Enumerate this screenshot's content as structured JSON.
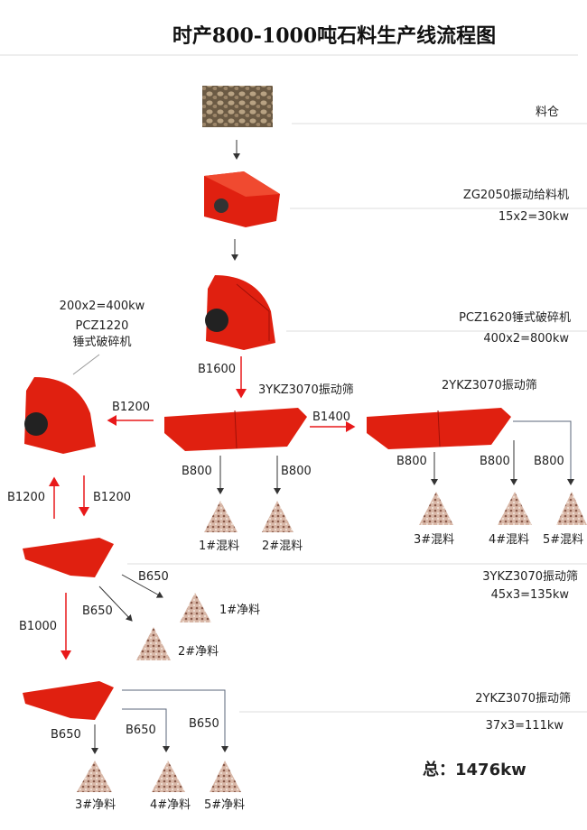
{
  "title": "时产800-1000吨石料生产线流程图",
  "colors": {
    "machine": "#e02010",
    "flow_red": "#e8191a",
    "flow_black": "#333333",
    "flow_gray": "#5a6478"
  },
  "equipment": {
    "bin": {
      "name": "料仓"
    },
    "feeder": {
      "name": "ZG2050振动给料机",
      "power": "15x2=30kw"
    },
    "main_crusher": {
      "name": "PCZ1620锤式破碎机",
      "power": "400x2=800kw"
    },
    "secondary_crusher": {
      "power": "200x2=400kw",
      "model": "PCZ1220",
      "type": "锤式破碎机"
    },
    "screen_a": {
      "name": "3YKZ3070振动筛"
    },
    "screen_b": {
      "name": "2YKZ3070振动筛"
    },
    "screen_c": {
      "name": "3YKZ3070振动筛",
      "power": "45x3=135kw"
    },
    "screen_d": {
      "name": "2YKZ3070振动筛",
      "power": "37x3=111kw"
    }
  },
  "belts": {
    "b1600": "B1600",
    "b1200_back": "B1200",
    "b1400": "B1400",
    "b800_1": "B800",
    "b800_2": "B800",
    "b800_3": "B800",
    "b800_4": "B800",
    "b800_5": "B800",
    "b1200_up": "B1200",
    "b1200_down": "B1200",
    "b650_1": "B650",
    "b650_2": "B650",
    "b1000": "B1000",
    "b650_3": "B650",
    "b650_4": "B650",
    "b650_5": "B650"
  },
  "products": {
    "mixed": [
      "1#混料",
      "2#混料",
      "3#混料",
      "4#混料",
      "5#混料"
    ],
    "clean": [
      "1#净料",
      "2#净料",
      "3#净料",
      "4#净料",
      "5#净料"
    ]
  },
  "total": "总：1476kw"
}
